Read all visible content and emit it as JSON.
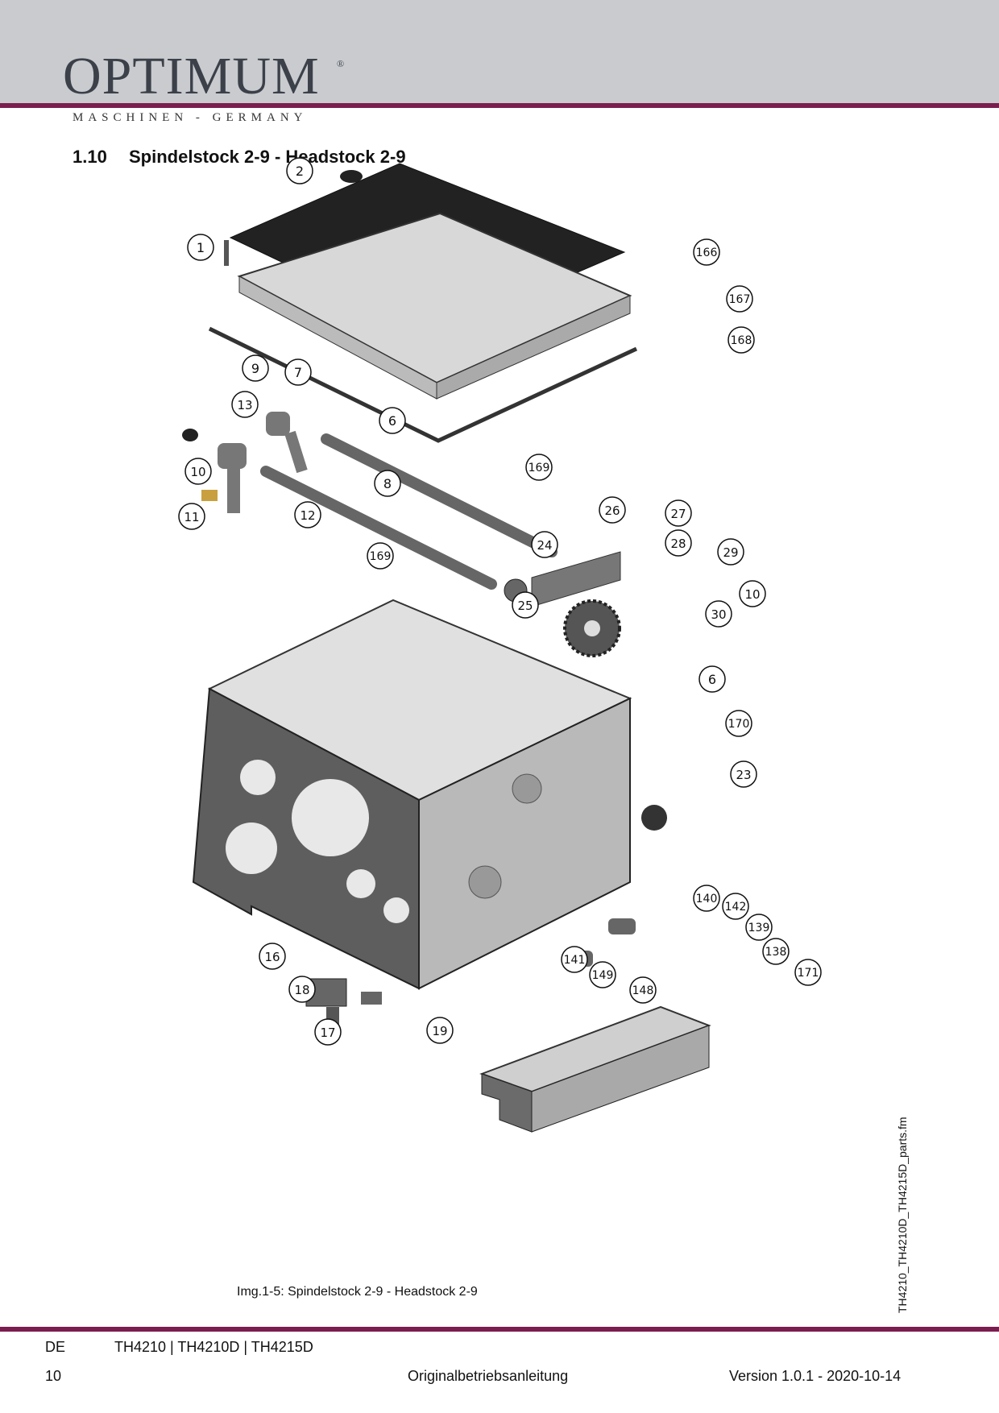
{
  "header": {
    "logo_text": "OPTIMUM",
    "registered_mark": "®",
    "tagline": "MASCHINEN - GERMANY",
    "brand_color": "#7b1d4f",
    "band_color": "#c9cbcf"
  },
  "section": {
    "number": "1.10",
    "title": "Spindelstock 2-9  -  Headstock 2-9"
  },
  "figure": {
    "caption": "Img.1-5:   Spindelstock 2-9 - Headstock 2-9",
    "callouts": [
      "2",
      "1",
      "166",
      "167",
      "168",
      "9",
      "7",
      "13",
      "6",
      "10",
      "8",
      "169",
      "11",
      "12",
      "26",
      "27",
      "28",
      "24",
      "169",
      "29",
      "25",
      "10",
      "30",
      "6",
      "170",
      "23",
      "140",
      "142",
      "139",
      "16",
      "141",
      "138",
      "18",
      "149",
      "148",
      "171",
      "17",
      "19"
    ]
  },
  "side_label": "TH4210_TH4210D_TH4215D_parts.fm",
  "footer": {
    "language": "DE",
    "models": "TH4210 | TH4210D | TH4215D",
    "page": "10",
    "document": "Originalbetriebsanleitung",
    "version": "Version 1.0.1 - 2020-10-14"
  }
}
